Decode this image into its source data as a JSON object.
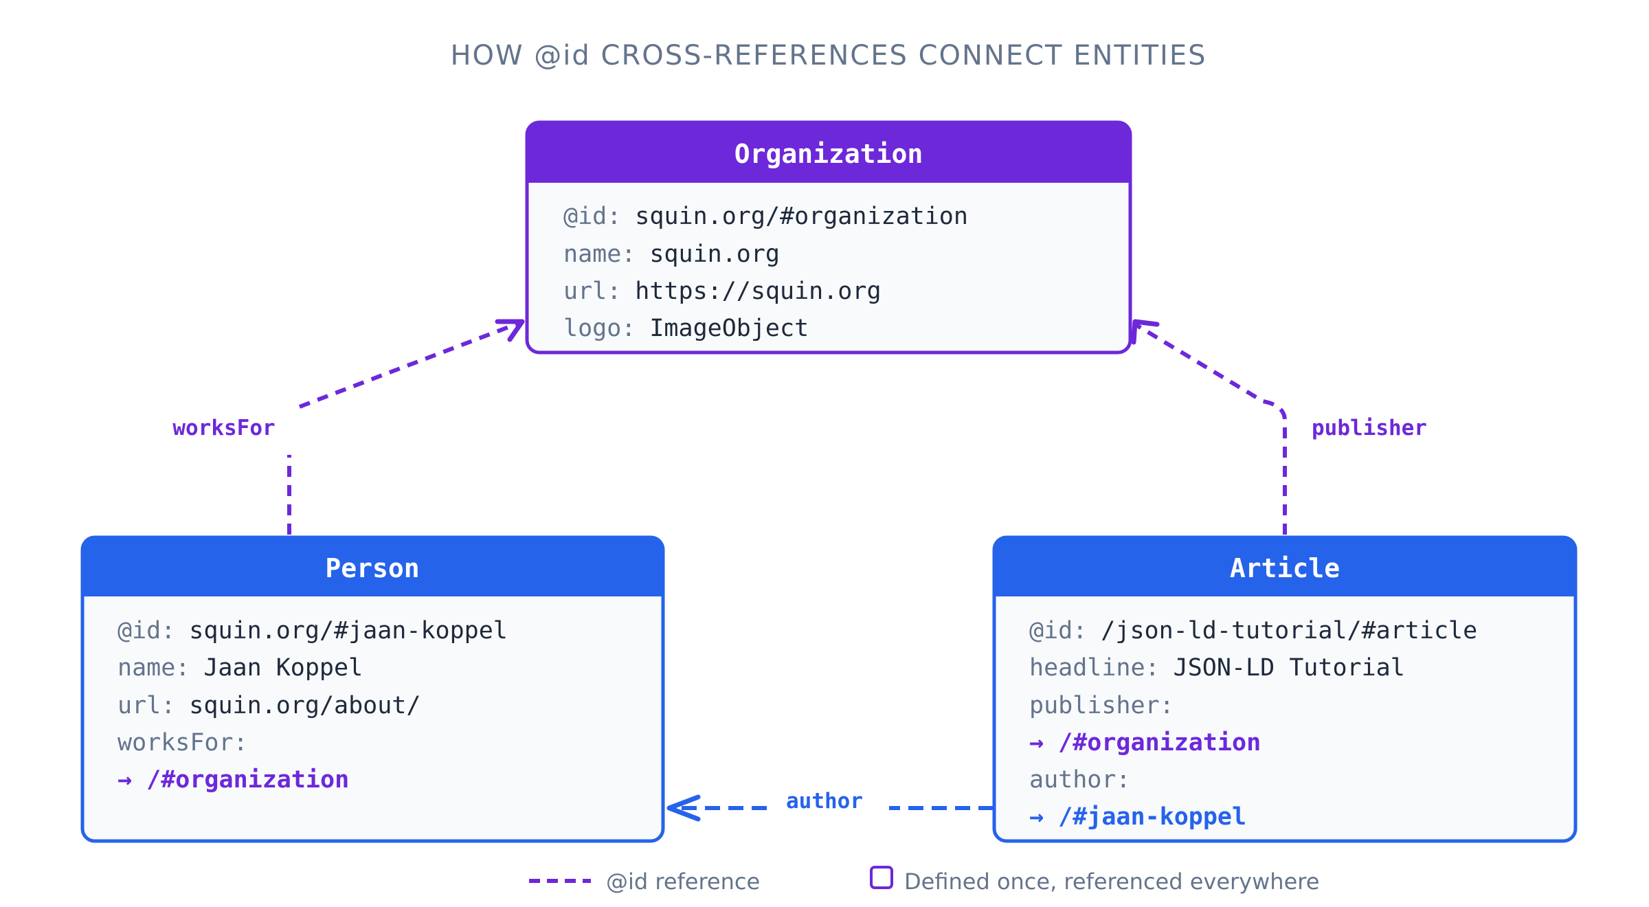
{
  "title": "HOW @id CROSS-REFERENCES CONNECT ENTITIES",
  "colors": {
    "organization": "#6d28d9",
    "person": "#2563eb",
    "article": "#2563eb",
    "box_fill": "#f8fafc",
    "key_text": "#64748b",
    "value_text": "#1e293b"
  },
  "entities": {
    "organization": {
      "title": "Organization",
      "rows": [
        {
          "key": "@id:",
          "value": "squin.org/#organization"
        },
        {
          "key": "name:",
          "value": "squin.org"
        },
        {
          "key": "url:",
          "value": "https://squin.org"
        },
        {
          "key": "logo:",
          "value": "ImageObject"
        }
      ]
    },
    "person": {
      "title": "Person",
      "rows": [
        {
          "key": "@id:",
          "value": "squin.org/#jaan-koppel"
        },
        {
          "key": "name:",
          "value": "Jaan Koppel"
        },
        {
          "key": "url:",
          "value": "squin.org/about/"
        }
      ],
      "works_for_key": "worksFor:",
      "works_for_ref": "→ /#organization"
    },
    "article": {
      "title": "Article",
      "rows": [
        {
          "key": "@id:",
          "value": "/json-ld-tutorial/#article"
        },
        {
          "key": "headline:",
          "value": "JSON-LD Tutorial"
        }
      ],
      "publisher_key": "publisher:",
      "publisher_ref": "→ /#organization",
      "author_key": "author:",
      "author_ref": "→ /#jaan-koppel"
    }
  },
  "edges": {
    "works_for": "worksFor",
    "publisher": "publisher",
    "author": "author"
  },
  "legend": {
    "reference": "@id reference",
    "defined": "Defined once, referenced everywhere"
  }
}
